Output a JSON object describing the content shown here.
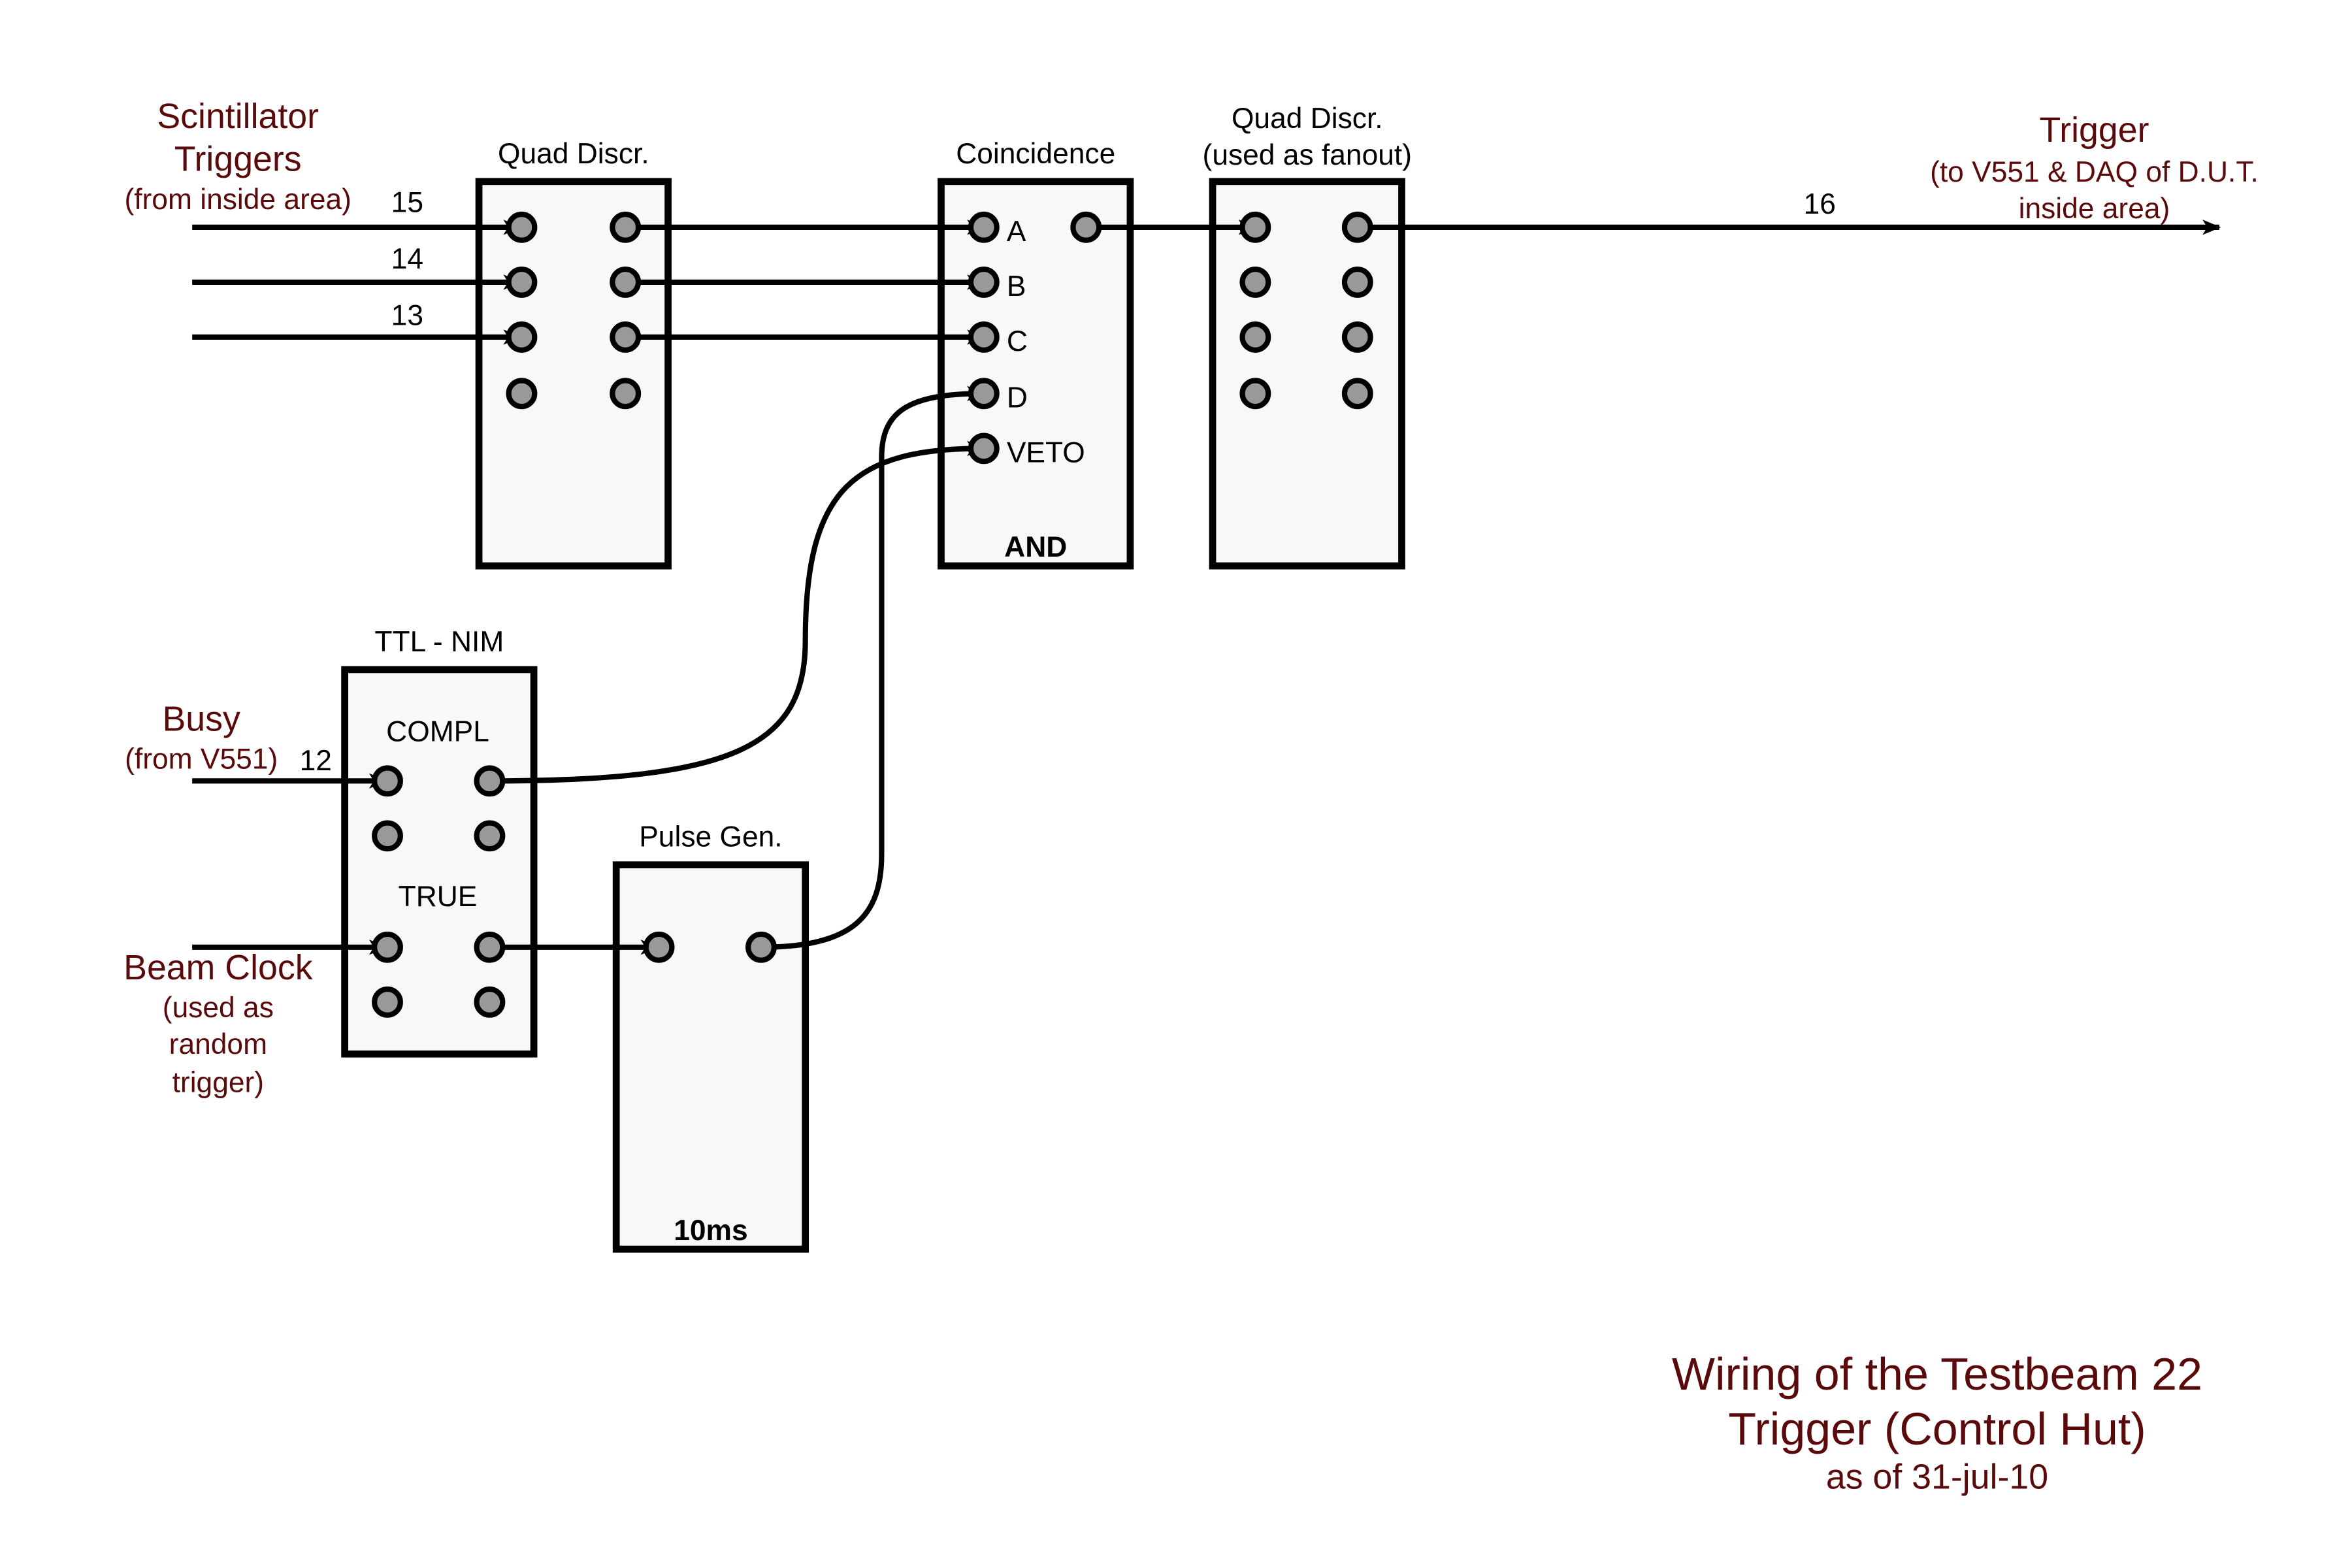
{
  "modules": {
    "quad_discr_1": {
      "title": "Quad Discr."
    },
    "coincidence": {
      "title": "Coincidence",
      "inputs": [
        "A",
        "B",
        "C",
        "D",
        "VETO"
      ],
      "footer": "AND"
    },
    "quad_discr_2": {
      "title_line1": "Quad Discr.",
      "title_line2": "(used as fanout)"
    },
    "ttl_nim": {
      "title": "TTL - NIM",
      "label_compl": "COMPL",
      "label_true": "TRUE"
    },
    "pulse_gen": {
      "title": "Pulse Gen.",
      "footer": "10ms"
    }
  },
  "external": {
    "scintillator": {
      "line1": "Scintillator",
      "line2": "Triggers",
      "line3": "(from inside area)"
    },
    "busy": {
      "line1": "Busy",
      "line2": "(from V551)"
    },
    "beam_clock": {
      "line1": "Beam Clock",
      "line2": "(used as",
      "line3": "random",
      "line4": "trigger)"
    },
    "trigger_out": {
      "line1": "Trigger",
      "line2": "(to V551 & DAQ of D.U.T.",
      "line3": "inside area)"
    }
  },
  "cables": {
    "c15": "15",
    "c14": "14",
    "c13": "13",
    "c12": "12",
    "c16": "16"
  },
  "caption": {
    "line1": "Wiring of the Testbeam 22",
    "line2": "Trigger (Control Hut)",
    "line3": "as of 31-jul-10"
  },
  "colors": {
    "label_red": "#5a0a0a",
    "connector_fill": "#999999",
    "module_fill": "#f8f8f8"
  }
}
